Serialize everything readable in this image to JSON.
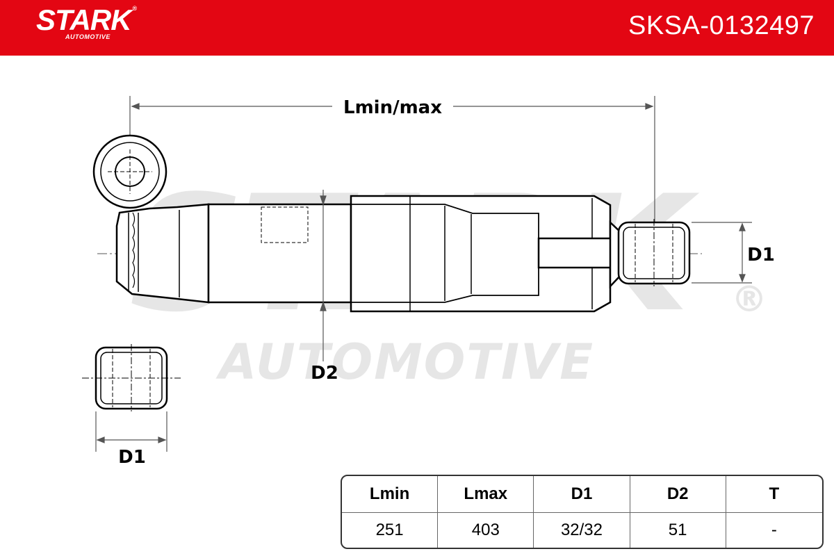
{
  "header": {
    "brand": "STARK",
    "brand_sub": "AUTOMOTIVE",
    "part_number": "SKSA-0132497",
    "color": "#e30613"
  },
  "watermark": {
    "brand": "STARK",
    "sub": "AUTOMOTIVE",
    "registered": "®"
  },
  "diagram": {
    "length_label": "Lmin/max",
    "d1_label": "D1",
    "d2_label": "D2",
    "bushing_d1_label": "D1"
  },
  "specs": {
    "headers": [
      "Lmin",
      "Lmax",
      "D1",
      "D2",
      "T"
    ],
    "values": [
      "251",
      "403",
      "32/32",
      "51",
      "-"
    ]
  }
}
